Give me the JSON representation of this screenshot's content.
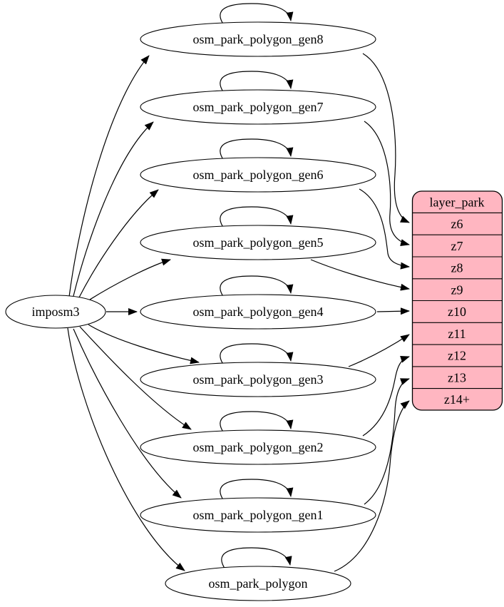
{
  "diagram": {
    "source": {
      "label": "imposm3"
    },
    "tables": [
      {
        "label": "osm_park_polygon_gen8",
        "maps_to_zoom": "z6"
      },
      {
        "label": "osm_park_polygon_gen7",
        "maps_to_zoom": "z7"
      },
      {
        "label": "osm_park_polygon_gen6",
        "maps_to_zoom": "z8"
      },
      {
        "label": "osm_park_polygon_gen5",
        "maps_to_zoom": "z9"
      },
      {
        "label": "osm_park_polygon_gen4",
        "maps_to_zoom": "z10"
      },
      {
        "label": "osm_park_polygon_gen3",
        "maps_to_zoom": "z11"
      },
      {
        "label": "osm_park_polygon_gen2",
        "maps_to_zoom": "z12"
      },
      {
        "label": "osm_park_polygon_gen1",
        "maps_to_zoom": "z13"
      },
      {
        "label": "osm_park_polygon",
        "maps_to_zoom": "z14+"
      }
    ],
    "layer": {
      "header": "layer_park",
      "rows": [
        "z6",
        "z7",
        "z8",
        "z9",
        "z10",
        "z11",
        "z12",
        "z13",
        "z14+"
      ]
    },
    "edges": {
      "source_to_tables": [
        {
          "from": "imposm3",
          "to": "osm_park_polygon_gen8"
        },
        {
          "from": "imposm3",
          "to": "osm_park_polygon_gen7"
        },
        {
          "from": "imposm3",
          "to": "osm_park_polygon_gen6"
        },
        {
          "from": "imposm3",
          "to": "osm_park_polygon_gen5"
        },
        {
          "from": "imposm3",
          "to": "osm_park_polygon_gen4"
        },
        {
          "from": "imposm3",
          "to": "osm_park_polygon_gen3"
        },
        {
          "from": "imposm3",
          "to": "osm_park_polygon_gen2"
        },
        {
          "from": "imposm3",
          "to": "osm_park_polygon_gen1"
        },
        {
          "from": "imposm3",
          "to": "osm_park_polygon"
        }
      ],
      "self_loops": [
        "osm_park_polygon_gen8",
        "osm_park_polygon_gen7",
        "osm_park_polygon_gen6",
        "osm_park_polygon_gen5",
        "osm_park_polygon_gen4",
        "osm_park_polygon_gen3",
        "osm_park_polygon_gen2",
        "osm_park_polygon_gen1",
        "osm_park_polygon"
      ],
      "tables_to_layer_rows": [
        {
          "from": "osm_park_polygon_gen8",
          "to": "z6"
        },
        {
          "from": "osm_park_polygon_gen7",
          "to": "z7"
        },
        {
          "from": "osm_park_polygon_gen6",
          "to": "z8"
        },
        {
          "from": "osm_park_polygon_gen5",
          "to": "z9"
        },
        {
          "from": "osm_park_polygon_gen4",
          "to": "z10"
        },
        {
          "from": "osm_park_polygon_gen3",
          "to": "z11"
        },
        {
          "from": "osm_park_polygon_gen2",
          "to": "z12"
        },
        {
          "from": "osm_park_polygon_gen1",
          "to": "z13"
        },
        {
          "from": "osm_park_polygon",
          "to": "z14+"
        }
      ]
    },
    "colors": {
      "layer_fill": "#ffb6c1",
      "node_fill": "#ffffff",
      "stroke": "#000000"
    }
  }
}
